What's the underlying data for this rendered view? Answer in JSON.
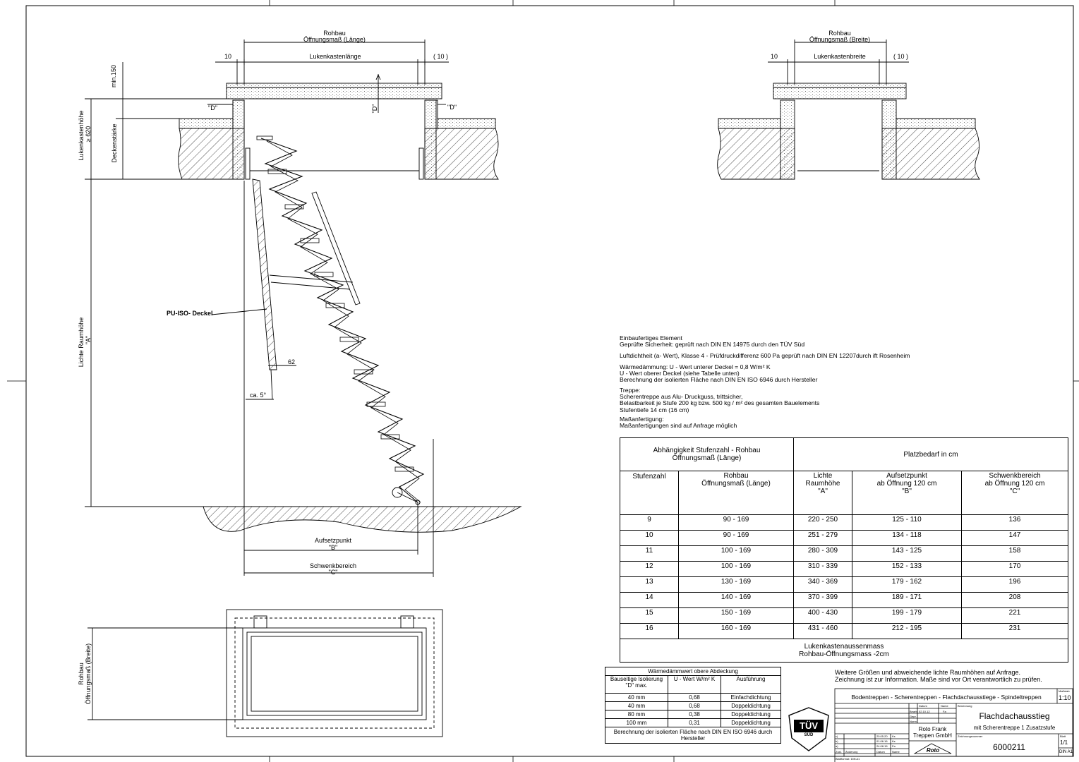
{
  "section_length": {
    "title_line1": "Rohbau",
    "title_line2": "Öffnungsmaß (Länge)",
    "dim_left": "10",
    "dim_center": "Lukenkastenlänge",
    "dim_right": "( 10 )",
    "dim_min150": "min.150",
    "label_d_left": "\"D\"",
    "label_d_center": "\"D\"",
    "label_d_right": "\"D\"",
    "label_lukenkastenhoehe_1": "Lukenkastenhöhe",
    "label_lukenkastenhoehe_2": "≥ 620",
    "label_deckenstaerke": "Deckenstärke",
    "label_lichte_1": "Lichte Raumhöhe",
    "label_lichte_2": "\"A\"",
    "label_deckel": "PU-ISO- Deckel",
    "label_62": "62",
    "label_angle": "ca. 5°",
    "label_aufsetz_1": "Aufsetzpunkt",
    "label_aufsetz_2": "\"B\"",
    "label_schwenk_1": "Schwenkbereich",
    "label_schwenk_2": "\"C\""
  },
  "section_width": {
    "title_line1": "Rohbau",
    "title_line2": "Öffnungsmaß (Breite)",
    "dim_left": "10",
    "dim_center": "Lukenkastenbreite",
    "dim_right": "( 10 )"
  },
  "plan_view": {
    "label_1": "Rohbau",
    "label_2": "Öffnungsmaß (Breite)"
  },
  "spec_text": [
    [
      "Einbaufertiges Element",
      "Geprüfte Sicherheit: geprüft nach DIN EN 14975 durch den TÜV Süd"
    ],
    [
      "Luftdichtheit (a- Wert), Klasse 4 - Prüfdruckdifferenz 600 Pa geprüft nach DIN EN 12207durch ift Rosenheim"
    ],
    [
      "Wärmedämmung: U - Wert  unterer Deckel = 0,8 W/m² K",
      "                              U - Wert  oberer Deckel (siehe Tabelle unten)",
      "Berechnung der isolierten Fläche nach DIN EN ISO 6946 durch Hersteller"
    ],
    [
      "Treppe:",
      "Scherentreppe aus Alu- Druckguss, trittsicher,",
      "Belastbarkeit je Stufe 200 kg bzw. 500 kg / m² des gesamten Bauelements",
      "Stufentiefe 14 cm (16 cm)"
    ],
    [
      "Maßanfertigung:",
      "Maßanfertigungen sind auf Anfrage möglich"
    ]
  ],
  "steps_table": {
    "group_left": "Abhängigkeit Stufenzahl - Rohbau Öffnungsmaß (Länge)",
    "group_right": "Platzbedarf in cm",
    "col_stufenzahl": "Stufenzahl",
    "col_rohbau": "Rohbau\nÖffnungsmaß (Länge)",
    "col_lichte": "Lichte\nRaumhöhe\n\"A\"",
    "col_aufsetz": "Aufsetzpunkt\nab Öffnung 120 cm\n\"B\"",
    "col_schwenk": "Schwenkbereich\nab Öffnung 120 cm\n\"C\"",
    "rows": [
      [
        "9",
        "90 - 169",
        "220 - 250",
        "125 - 110",
        "136"
      ],
      [
        "10",
        "90 - 169",
        "251 - 279",
        "134 - 118",
        "147"
      ],
      [
        "11",
        "100 - 169",
        "280 - 309",
        "143 - 125",
        "158"
      ],
      [
        "12",
        "100 - 169",
        "310 - 339",
        "152 - 133",
        "170"
      ],
      [
        "13",
        "130 - 169",
        "340 - 369",
        "179 - 162",
        "196"
      ],
      [
        "14",
        "140 - 169",
        "370 - 399",
        "189 - 171",
        "208"
      ],
      [
        "15",
        "150 - 169",
        "400 - 430",
        "199 - 179",
        "221"
      ],
      [
        "16",
        "160 - 169",
        "431 - 460",
        "212 - 195",
        "231"
      ]
    ],
    "footer_1": "Lukenkastenaussenmass",
    "footer_2": "Rohbau-Öffnungsmass -2cm"
  },
  "thermo_table": {
    "title": "Wärmedämmwert obere Abdeckung",
    "col_1": "Bauseitige Isolierung\n\"D\" max.",
    "col_2": "U - Wert  W/m² K",
    "col_3": "Ausführung",
    "rows": [
      [
        "40 mm",
        "0,68",
        "Einfachdichtung"
      ],
      [
        "40 mm",
        "0,68",
        "Doppeldichtung"
      ],
      [
        "80 mm",
        "0,38",
        "Doppeldichtung"
      ],
      [
        "100 mm",
        "0,31",
        "Doppeldichtung"
      ]
    ],
    "footer": "Berechnung der isolierten Fläche nach DIN EN ISO 6946 durch Hersteller"
  },
  "notes": {
    "line1": "Weitere Größen und abweichende lichte Raumhöhen auf Anfrage.",
    "line2": "Zeichnung ist zur Information. Maße sind vor Ort verantwortlich zu prüfen."
  },
  "tuv": {
    "text": "TÜV",
    "sub": "SÜD"
  },
  "title_block": {
    "series": "Bodentreppen - Scherentreppen - Flachdachausstiege - Spindeltreppen",
    "scale_label": "Maßstab",
    "scale": "1:10",
    "product": "Flachdachausstieg",
    "subtitle": "mit Scherentreppe 1 Zusatzstufe",
    "company_1": "Roto Frank",
    "company_2": "Treppen GmbH",
    "logo": "Roto",
    "drawing_no": "6000211",
    "sheet": "1/1",
    "format": "DIN A1",
    "h_datum": "Datum",
    "h_name": "Name",
    "h_benennung": "Benennung",
    "r_bearb": "Bearb.",
    "r_gepr": "Gepr.",
    "r_norm": "Norm",
    "bearb_date": "02.10.12",
    "bearb_name": "Fa",
    "rev_rows": [
      [
        "c)",
        "20.05.20",
        "Ks"
      ],
      [
        "b)",
        "01.06.16",
        "Ks"
      ],
      [
        "a)",
        "24.08.15",
        "Fa"
      ]
    ],
    "f_zust": "Zust.",
    "f_aend": "Änderung",
    "f_datum": "Datum",
    "f_name": "Name",
    "zeichnungsnummer": "Zeichnungsnummer",
    "blatt": "Blatt",
    "blattformat": "Blattformat: DIN A1"
  }
}
